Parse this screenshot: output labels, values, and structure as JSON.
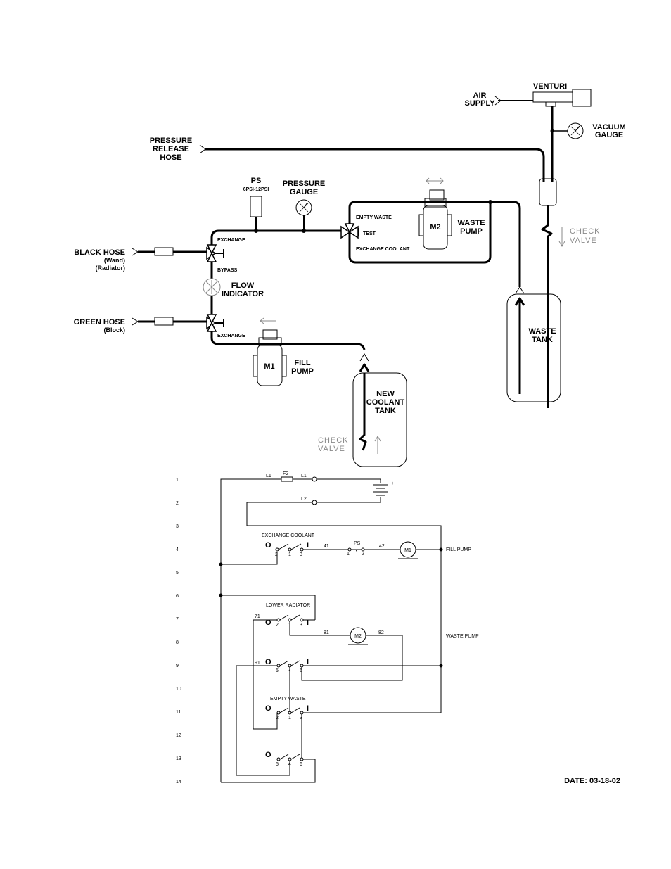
{
  "plumbing": {
    "venturi": "VENTURI",
    "air_supply": [
      "AIR",
      "SUPPLY"
    ],
    "vacuum_gauge": [
      "VACUUM",
      "GAUGE"
    ],
    "pressure_release_hose": [
      "PRESSURE",
      "RELEASE",
      "HOSE"
    ],
    "ps": "PS",
    "ps_range": "6PSI-12PSI",
    "pressure_gauge": [
      "PRESSURE",
      "GAUGE"
    ],
    "empty_waste": "EMPTY WASTE",
    "test": "TEST",
    "exchange_coolant": "EXCHANGE COOLANT",
    "m2": "M2",
    "waste_pump": [
      "WASTE",
      "PUMP"
    ],
    "check_valve_top": [
      "CHECK",
      "VALVE"
    ],
    "waste_tank": [
      "WASTE",
      "TANK"
    ],
    "exchange_upper": "EXCHANGE",
    "bypass": "BYPASS",
    "exchange_lower": "EXCHANGE",
    "black_hose": "BLACK HOSE",
    "wand": "(Wand)",
    "radiator": "(Radiator)",
    "flow_indicator": [
      "FLOW",
      "INDICATOR"
    ],
    "green_hose": "GREEN HOSE",
    "block": "(Block)",
    "m1": "M1",
    "fill_pump": [
      "FILL",
      "PUMP"
    ],
    "new_coolant_tank": [
      "NEW",
      "COOLANT",
      "TANK"
    ],
    "check_valve_bottom": [
      "CHECK",
      "VALVE"
    ]
  },
  "schematic": {
    "line_numbers": [
      "1",
      "2",
      "3",
      "4",
      "5",
      "6",
      "7",
      "8",
      "9",
      "10",
      "11",
      "12",
      "13",
      "14"
    ],
    "l1": "L1",
    "f2": "F2",
    "l1b": "L1",
    "l2": "L2",
    "plus": "+",
    "exchange_coolant": "EXCHANGE COOLANT",
    "o": "O",
    "i": "I",
    "n41": "41",
    "ps": "PS",
    "n42": "42",
    "m1": "M1",
    "fill_pump": "FILL PUMP",
    "lower_radiator": "LOWER RADIATOR",
    "n71": "71",
    "n81": "81",
    "m2": "M2",
    "n82": "82",
    "waste_pump": "WASTE PUMP",
    "n91": "91",
    "empty_waste": "EMPTY WASTE",
    "t1": "1",
    "t2": "2",
    "t3": "3",
    "t4": "4",
    "t5": "5",
    "t6": "6"
  },
  "date": "DATE: 03-18-02"
}
